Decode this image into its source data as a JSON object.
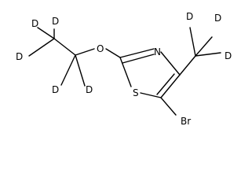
{
  "molecule": {
    "atom_labels": {
      "deuterium": "D",
      "oxygen": "O",
      "nitrogen": "N",
      "sulfur": "S",
      "bromine": "Br"
    }
  }
}
